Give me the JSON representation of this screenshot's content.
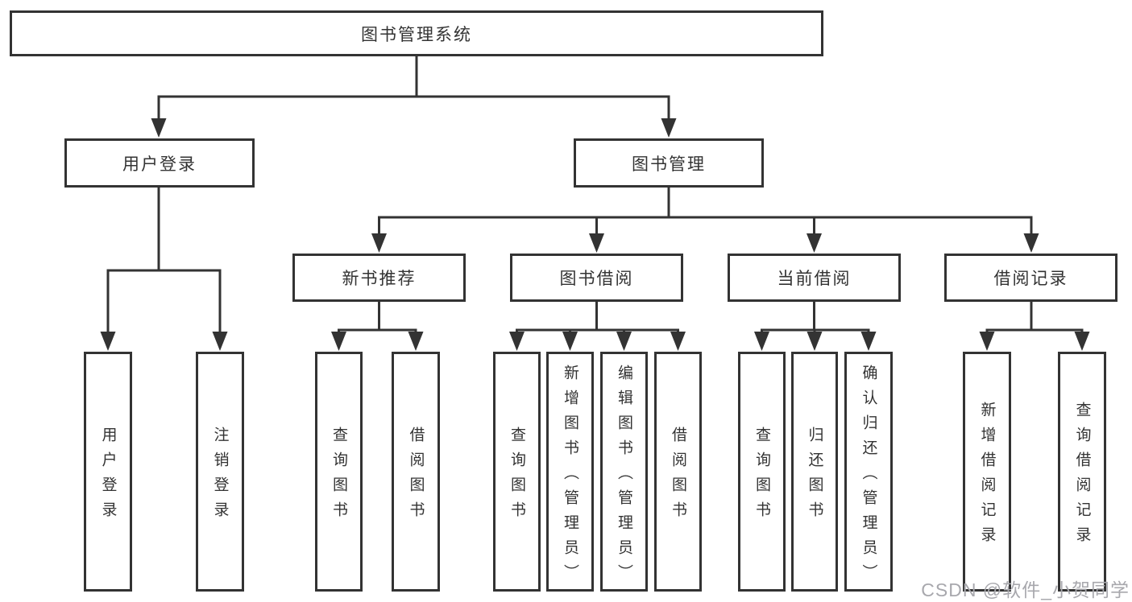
{
  "tree": {
    "label": "图书管理系统",
    "children": [
      {
        "label": "用户登录",
        "children": [
          {
            "label": "用户登录"
          },
          {
            "label": "注销登录"
          }
        ]
      },
      {
        "label": "图书管理",
        "children": [
          {
            "label": "新书推荐",
            "children": [
              {
                "label": "查询图书"
              },
              {
                "label": "借阅图书"
              }
            ]
          },
          {
            "label": "图书借阅",
            "children": [
              {
                "label": "查询图书"
              },
              {
                "label": "新增图书（管理员）"
              },
              {
                "label": "编辑图书（管理员）"
              },
              {
                "label": "借阅图书"
              }
            ]
          },
          {
            "label": "当前借阅",
            "children": [
              {
                "label": "查询图书"
              },
              {
                "label": "归还图书"
              },
              {
                "label": "确认归还（管理员）"
              }
            ]
          },
          {
            "label": "借阅记录",
            "children": [
              {
                "label": "新增借阅记录"
              },
              {
                "label": "查询借阅记录"
              }
            ]
          }
        ]
      }
    ]
  },
  "watermark": {
    "text": "CSDN @软件_小贺同学",
    "color": "#a8a8ad"
  },
  "colors": {
    "line": "#333333",
    "text": "#333333",
    "background": "#ffffff"
  }
}
